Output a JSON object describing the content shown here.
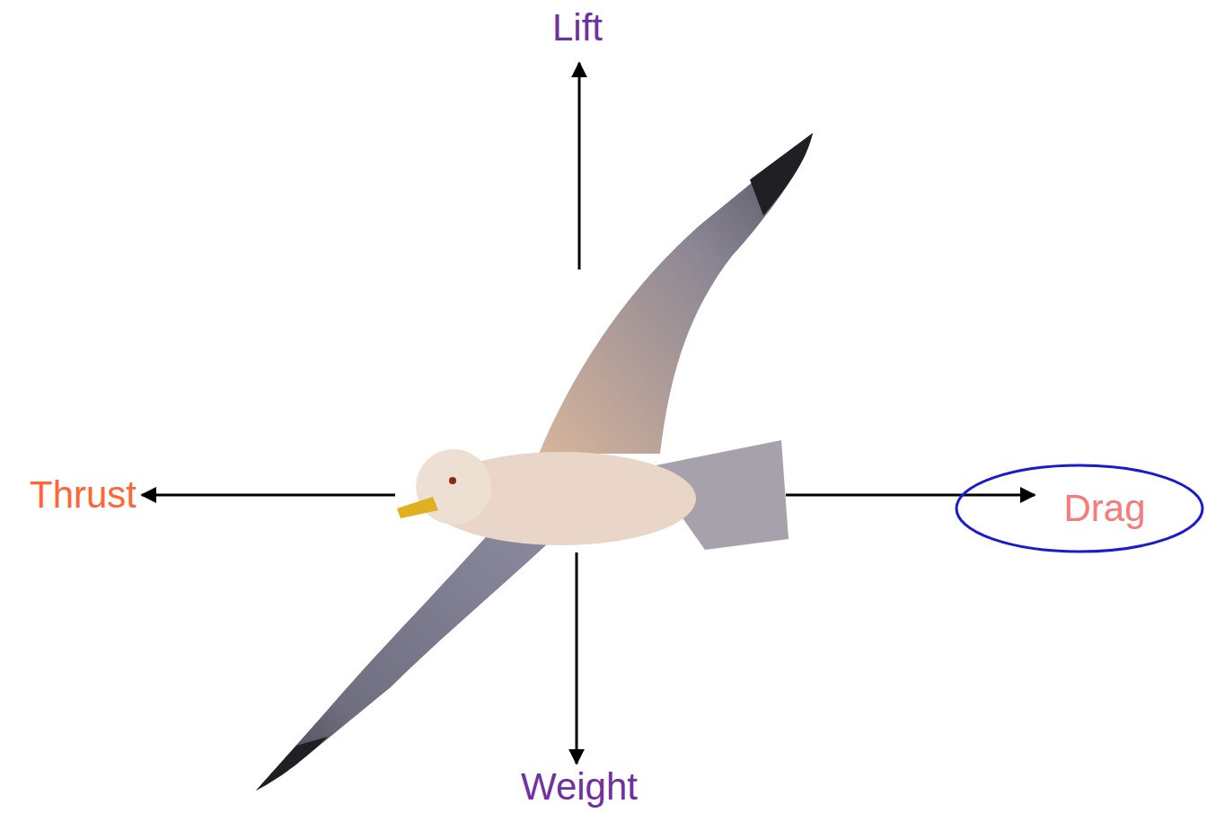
{
  "diagram": {
    "nodes": [
      {
        "text": [
          "Drag"
        ]
      }
    ],
    "labels": [
      "Lift",
      "Thrust",
      "Weight"
    ]
  }
}
